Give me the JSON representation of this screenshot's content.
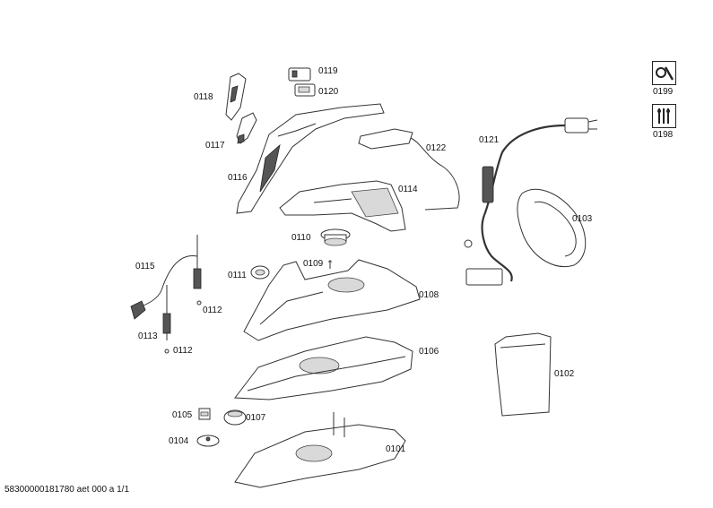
{
  "diagram": {
    "parts": [
      {
        "id": "p0118",
        "number": "0118"
      },
      {
        "id": "p0119",
        "number": "0119"
      },
      {
        "id": "p0120",
        "number": "0120"
      },
      {
        "id": "p0117",
        "number": "0117"
      },
      {
        "id": "p0116",
        "number": "0116"
      },
      {
        "id": "p0122",
        "number": "0122"
      },
      {
        "id": "p0121",
        "number": "0121"
      },
      {
        "id": "p0114",
        "number": "0114"
      },
      {
        "id": "p0110",
        "number": "0110"
      },
      {
        "id": "p0103",
        "number": "0103"
      },
      {
        "id": "p0115",
        "number": "0115"
      },
      {
        "id": "p0111",
        "number": "0111"
      },
      {
        "id": "p0109",
        "number": "0109"
      },
      {
        "id": "p0112a",
        "number": "0112"
      },
      {
        "id": "p0108",
        "number": "0108"
      },
      {
        "id": "p0113",
        "number": "0113"
      },
      {
        "id": "p0112b",
        "number": "0112"
      },
      {
        "id": "p0106",
        "number": "0106"
      },
      {
        "id": "p0102",
        "number": "0102"
      },
      {
        "id": "p0105",
        "number": "0105"
      },
      {
        "id": "p0107",
        "number": "0107"
      },
      {
        "id": "p0104",
        "number": "0104"
      },
      {
        "id": "p0101",
        "number": "0101"
      }
    ],
    "service_items": [
      {
        "number": "0199",
        "icon": "tools-icon"
      },
      {
        "number": "0198",
        "icon": "spare-parts-icon"
      }
    ],
    "footer": "58300000181780 aet 000 a 1/1"
  }
}
